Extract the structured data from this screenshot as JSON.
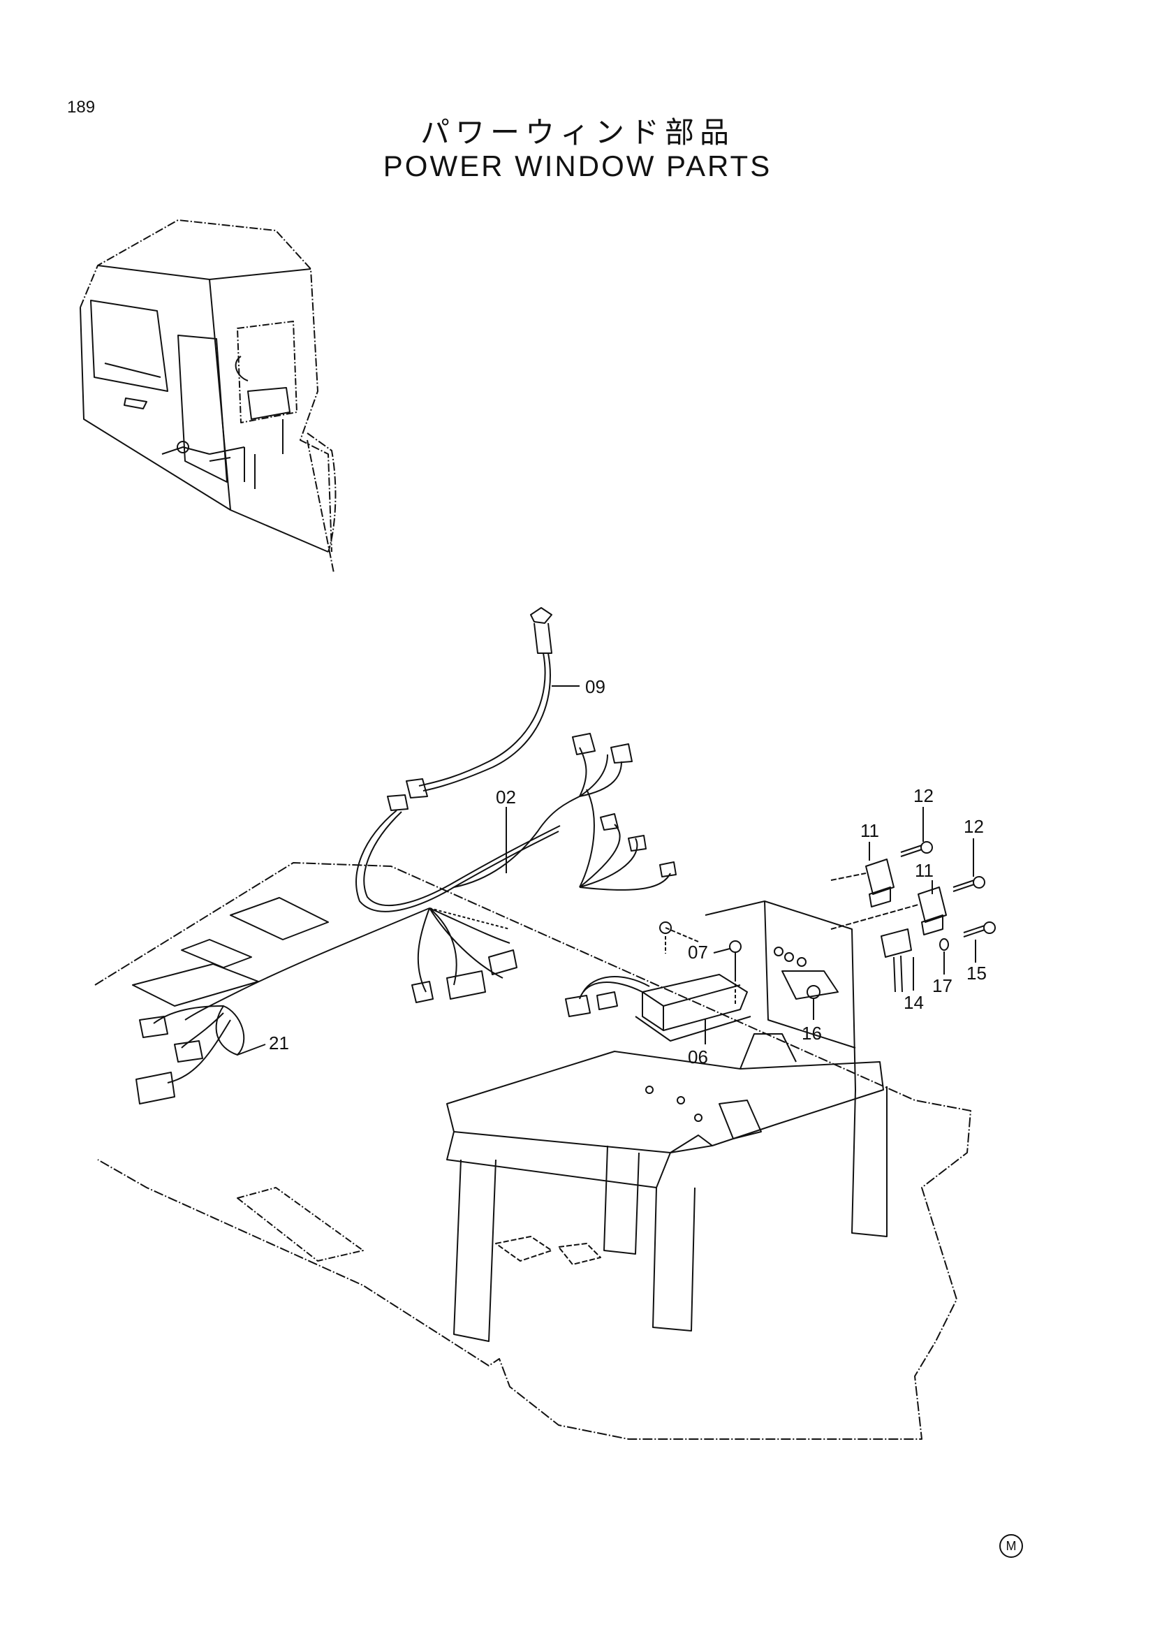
{
  "page_number": "189",
  "title_jp": "パワーウィンド部品",
  "title_en": "POWER WINDOW PARTS",
  "mark": "M",
  "parts": [
    {
      "label": "09"
    },
    {
      "label": "02"
    },
    {
      "label": "12"
    },
    {
      "label": "11"
    },
    {
      "label": "12"
    },
    {
      "label": "11"
    },
    {
      "label": "07"
    },
    {
      "label": "15"
    },
    {
      "label": "17"
    },
    {
      "label": "14"
    },
    {
      "label": "16"
    },
    {
      "label": "06"
    },
    {
      "label": "21"
    }
  ]
}
